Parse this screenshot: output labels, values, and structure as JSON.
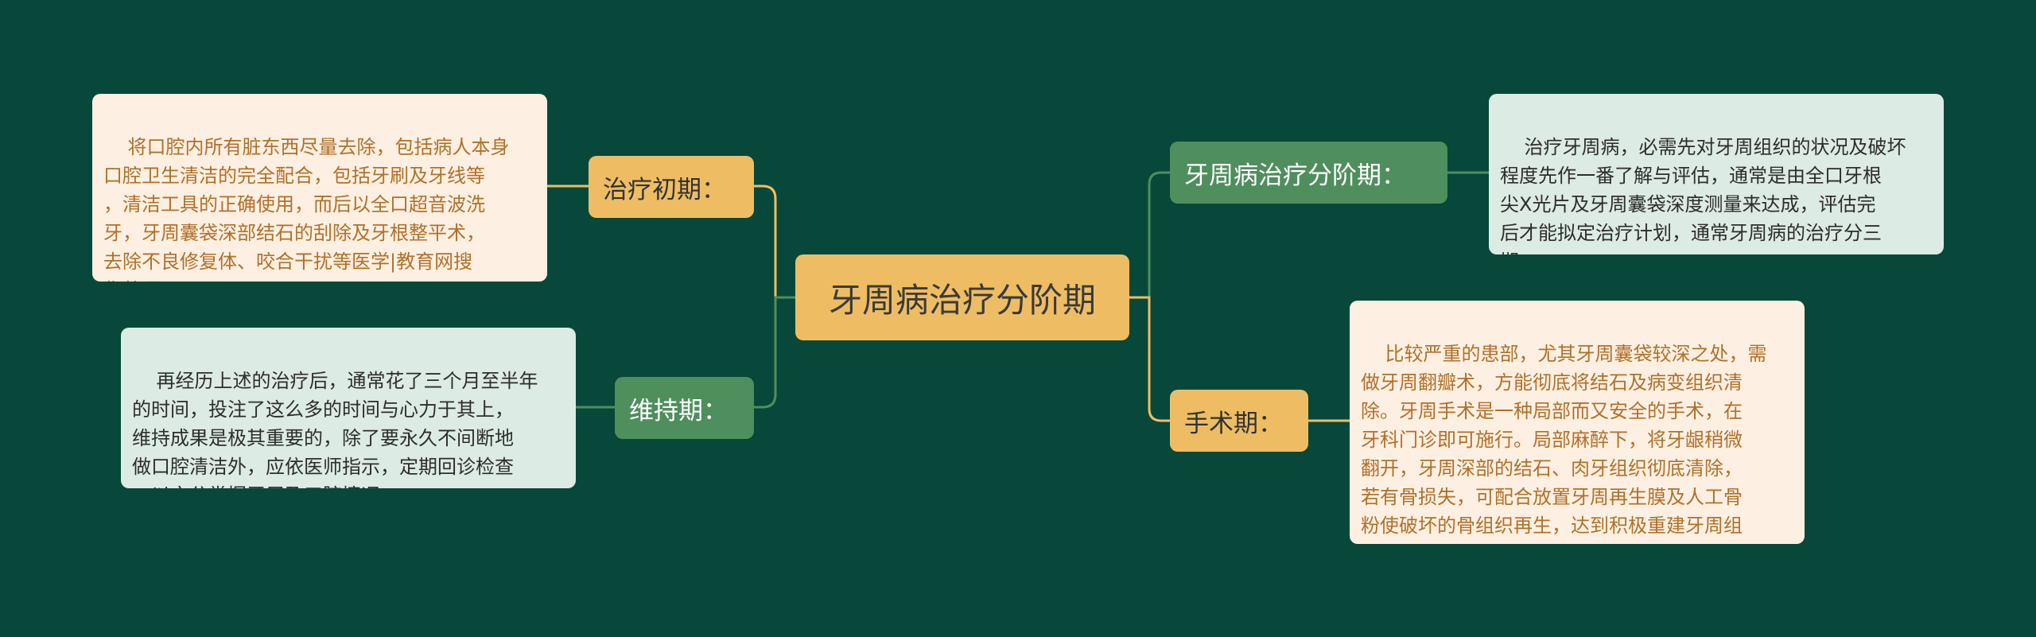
{
  "root": {
    "label": "牙周病治疗分阶期"
  },
  "branches": {
    "initial": {
      "label": "治疗初期：",
      "text": "将口腔内所有脏东西尽量去除，包括病人本身\n口腔卫生清洁的完全配合，包括牙刷及牙线等\n，清洁工具的正确使用，而后以全口超音波洗\n牙，牙周囊袋深部结石的刮除及牙根整平术，\n去除不良修复体、咬合干扰等医学|教育网搜\n集整理。"
    },
    "maintenance": {
      "label": "维持期：",
      "text": "再经历上述的治疗后，通常花了三个月至半年\n的时间，投注了这么多的时间与心力于其上，\n维持成果是极其重要的，除了要永久不间断地\n做口腔清洁外，应依医师指示，定期回诊检查\n，以充分掌握牙周及口腔情况。"
    },
    "stages": {
      "label": "牙周病治疗分阶期：",
      "text": "治疗牙周病，必需先对牙周组织的状况及破坏\n程度先作一番了解与评估，通常是由全口牙根\n尖X光片及牙周囊袋深度测量来达成，评估完\n后才能拟定治疗计划，通常牙周病的治疗分三\n期："
    },
    "surgery": {
      "label": "手术期：",
      "text": "比较严重的患部，尤其牙周囊袋较深之处，需\n做牙周翻瓣术，方能彻底将结石及病变组织清\n除。牙周手术是一种局部而又安全的手术，在\n牙科门诊即可施行。局部麻醉下，将牙龈稍微\n翻开，牙周深部的结石、肉牙组织彻底清除，\n若有骨损失，可配合放置牙周再生膜及人工骨\n粉使破坏的骨组织再生，达到积极重建牙周组\n织的目的。"
    }
  },
  "colors": {
    "background": "#07483a",
    "gold": "#eebd63",
    "green": "#4f8e5d",
    "cream": "#fdf0e2",
    "mint": "#dcebe3"
  }
}
